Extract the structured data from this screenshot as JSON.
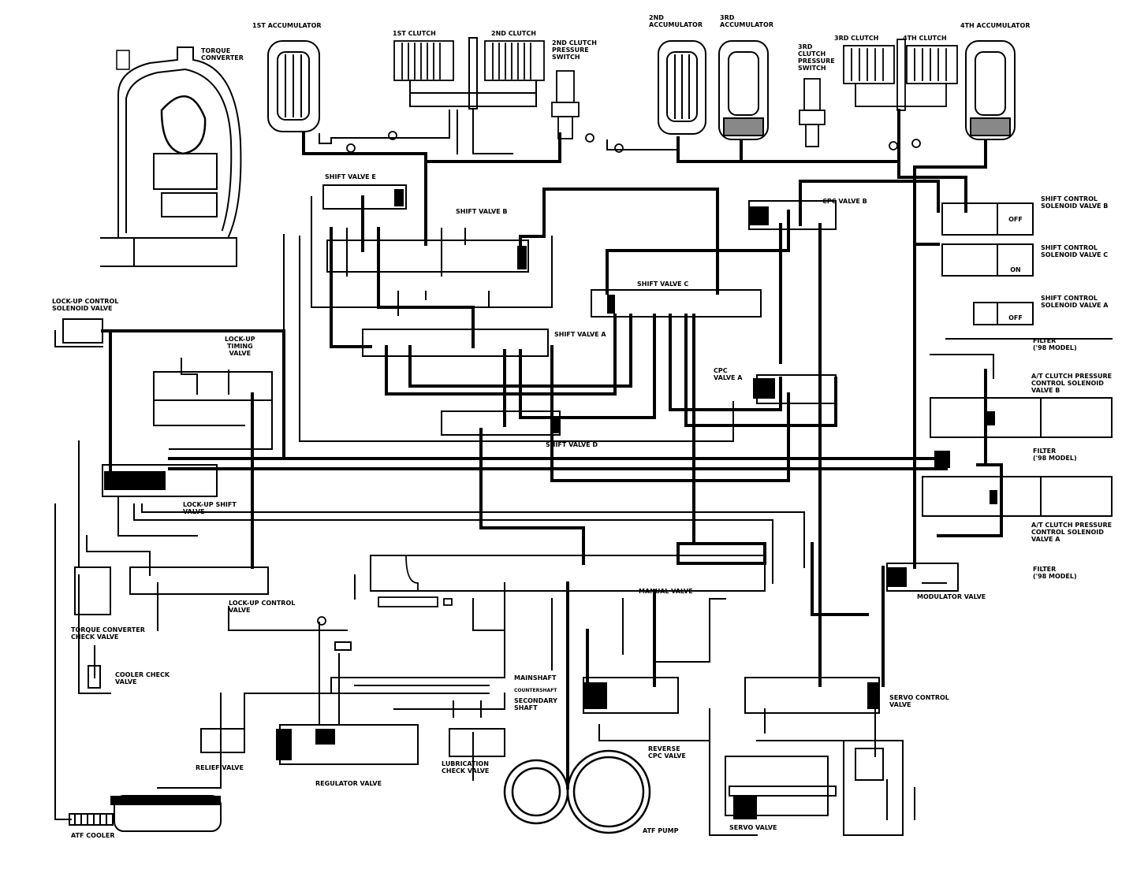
{
  "labels": {
    "torque_converter": "TORQUE\nCONVERTER",
    "first_accumulator": "1ST ACCUMULATOR",
    "first_clutch": "1ST CLUTCH",
    "second_clutch": "2ND CLUTCH",
    "second_clutch_pressure_switch": "2ND CLUTCH\nPRESSURE\nSWITCH",
    "second_accumulator": "2ND\nACCUMULATOR",
    "third_accumulator": "3RD\nACCUMULATOR",
    "third_clutch_pressure_switch": "3RD\nCLUTCH\nPRESSURE\nSWITCH",
    "third_clutch": "3RD CLUTCH",
    "fourth_clutch": "4TH CLUTCH",
    "fourth_accumulator": "4TH ACCUMULATOR",
    "shift_valve_e": "SHIFT VALVE E",
    "shift_valve_b": "SHIFT VALVE B",
    "cpc_valve_b": "CPC VALVE B",
    "shift_solenoid_b": "SHIFT CONTROL\nSOLENOID VALVE B",
    "shift_solenoid_c": "SHIFT CONTROL\nSOLENOID VALVE C",
    "shift_solenoid_a": "SHIFT CONTROL\nSOLENOID VALVE A",
    "shift_valve_c": "SHIFT VALVE C",
    "lockup_control_solenoid": "LOCK-UP CONTROL\nSOLENOID VALVE",
    "lockup_timing_valve": "LOCK-UP\nTIMING\nVALVE",
    "shift_valve_a": "SHIFT VALVE A",
    "filter_1": "FILTER\n('98 model)",
    "cpc_valve_a": "CPC\nVALVE A",
    "atclutch_b": "A/T CLUTCH PRESSURE\nCONTROL SOLENOID\nVALVE B",
    "shift_valve_d": "SHIFT VALVE D",
    "filter_2": "FILTER\n('98 model)",
    "lockup_shift_valve": "LOCK-UP SHIFT\nVALVE",
    "atclutch_a": "A/T CLUTCH PRESSURE\nCONTROL SOLENOID\nVALVE A",
    "filter_3": "FILTER\n('98 model)",
    "manual_valve": "MANUAL VALVE",
    "modulator_valve": "MODULATOR VALVE",
    "lockup_control_valve": "LOCK-UP CONTROL\nVALVE",
    "torque_converter_check_valve": "TORQUE CONVERTER\nCHECK VALVE",
    "cooler_check_valve": "COOLER CHECK\nVALVE",
    "mainshaft": "MAINSHAFT",
    "countershaft": "COUNTERSHAFT",
    "secondary_shaft": "SECONDARY\nSHAFT",
    "servo_control_valve": "SERVO CONTROL\nVALVE",
    "reverse_cpc_valve": "REVERSE\nCPC VALVE",
    "relief_valve": "RELIEF VALVE",
    "regulator_valve": "REGULATOR VALVE",
    "lubrication_check_valve": "LUBRICATION\nCHECK VALVE",
    "atf_cooler": "ATF COOLER",
    "atf_pump": "ATF PUMP",
    "servo_valve": "SERVO VALVE"
  },
  "solenoid_states": {
    "b": "OFF",
    "c": "ON",
    "a": "OFF"
  },
  "colors": {
    "line": "#000000",
    "background": "#ffffff"
  }
}
